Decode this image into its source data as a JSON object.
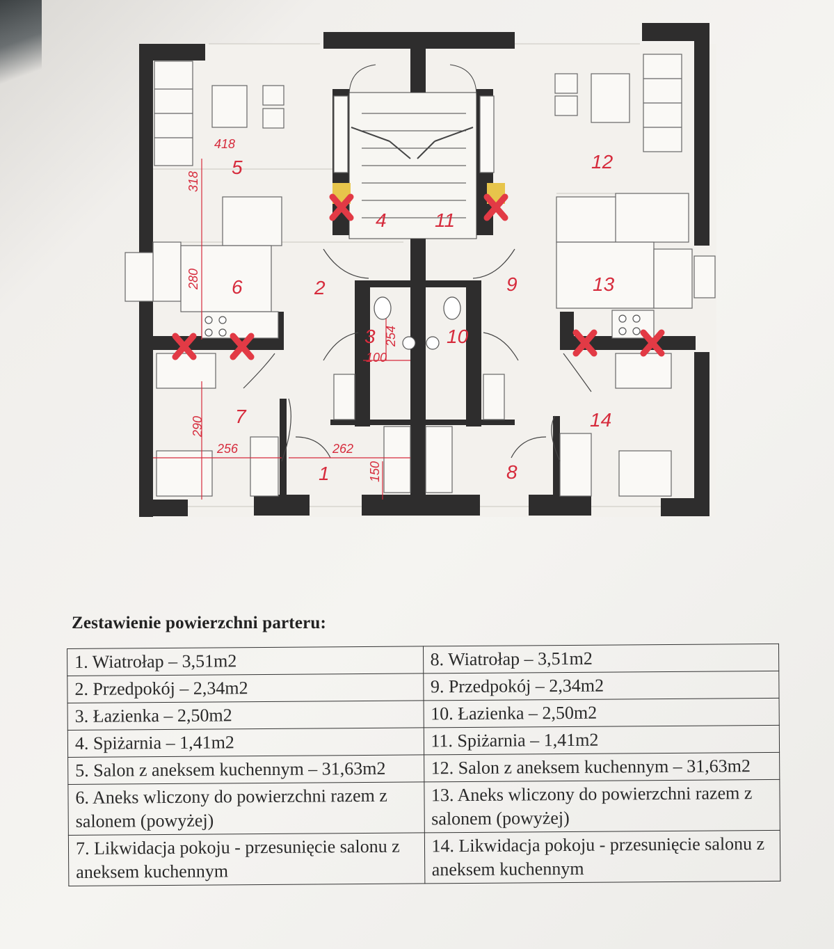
{
  "plan": {
    "room_numbers": [
      "1",
      "2",
      "3",
      "4",
      "5",
      "6",
      "7",
      "8",
      "9",
      "10",
      "11",
      "12",
      "13",
      "14"
    ],
    "dimensions": [
      "418",
      "318",
      "280",
      "290",
      "256",
      "262",
      "150",
      "254",
      "100"
    ]
  },
  "table": {
    "title": "Zestawienie powierzchni parteru:",
    "rows": [
      [
        "1. Wiatrołap – 3,51m2",
        "8. Wiatrołap – 3,51m2"
      ],
      [
        "2. Przedpokój – 2,34m2",
        "9. Przedpokój – 2,34m2"
      ],
      [
        "3. Łazienka – 2,50m2",
        "10. Łazienka – 2,50m2"
      ],
      [
        "4. Spiżarnia – 1,41m2",
        "11. Spiżarnia – 1,41m2"
      ],
      [
        "5. Salon z aneksem kuchennym – 31,63m2",
        "12. Salon z aneksem kuchennym – 31,63m2"
      ],
      [
        "6. Aneks wliczony do powierzchni razem z salonem (powyżej)",
        "13. Aneks wliczony do powierzchni razem z salonem (powyżej)"
      ],
      [
        "7. Likwidacja pokoju - przesunięcie salonu z aneksem kuchennym",
        "14. Likwidacja pokoju - przesunięcie salonu z aneksem kuchennym"
      ]
    ]
  }
}
